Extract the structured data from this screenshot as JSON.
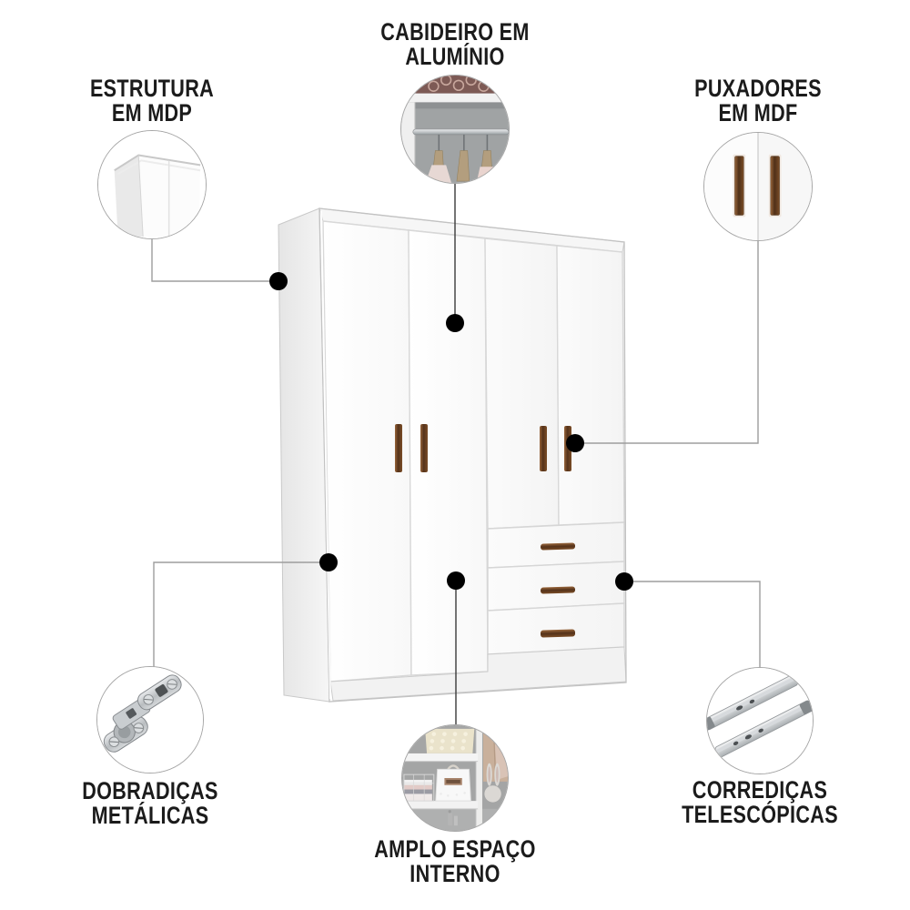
{
  "product": {
    "kind": "white wardrobe, 4 doors and 3 drawers",
    "finish_color": "#ffffff",
    "handle_color": "#6b4223"
  },
  "colors": {
    "label_text": "#1b1b1b",
    "connector_line": "#9d9d9d",
    "connector_line_dark": "#3a3a3a",
    "connector_dot": "#000000",
    "circle_border": "#a6a6a6",
    "metal_silver": "#c7cbce",
    "wallpaper_maroon": "#7d5a55"
  },
  "callouts": [
    {
      "id": "estrutura-mdp",
      "line1": "ESTRUTURA",
      "line2": "EM MDP",
      "icon": "cabinet-corner-icon"
    },
    {
      "id": "cabideiro-aluminio",
      "line1": "CABIDEIRO EM",
      "line2": "ALUMÍNIO",
      "icon": "hanger-rail-icon"
    },
    {
      "id": "puxadores-mdf",
      "line1": "PUXADORES",
      "line2": "EM MDF",
      "icon": "wood-handles-icon"
    },
    {
      "id": "dobradicas-metalicas",
      "line1": "DOBRADIÇAS",
      "line2": "METÁLICAS",
      "icon": "metal-hinge-icon"
    },
    {
      "id": "amplo-espaco-interno",
      "line1": "AMPLO ESPAÇO",
      "line2": "INTERNO",
      "icon": "interior-shelves-icon"
    },
    {
      "id": "corredicas-telescopicas",
      "line1": "CORREDIÇAS",
      "line2": "TELESCÓPICAS",
      "icon": "telescopic-slides-icon"
    }
  ]
}
